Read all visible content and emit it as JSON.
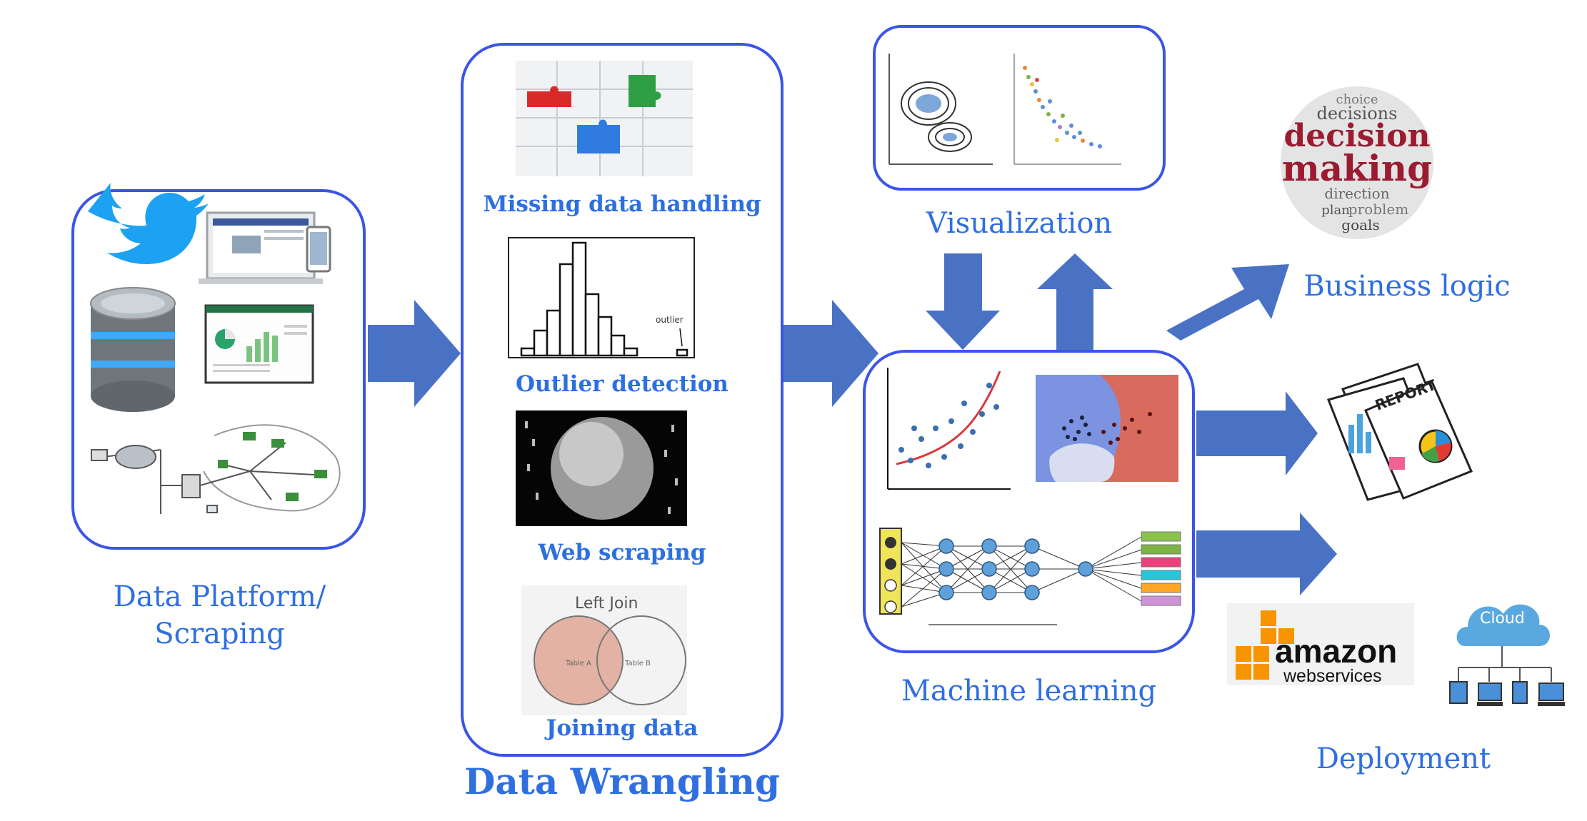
{
  "labels": {
    "platform_line1": "Data Platform/",
    "platform_line2": "Scraping",
    "wrangling": "Data Wrangling",
    "visualization": "Visualization",
    "machine_learning": "Machine learning",
    "business_logic": "Business logic",
    "deployment": "Deployment"
  },
  "wrangling_steps": {
    "missing": "Missing data handling",
    "outlier": "Outlier detection",
    "scraping": "Web scraping",
    "joining": "Joining data"
  },
  "thumbnails": {
    "outlier_tag": "outlier",
    "left_join": "Left Join",
    "table_a": "Table A",
    "table_b": "Table B",
    "decision_words": [
      "choice",
      "decisions",
      "decision",
      "making",
      "direction",
      "plan",
      "problem",
      "goals"
    ],
    "report_title": "REPORT",
    "amazon_word": "amazon",
    "amazon_sub": "webservices",
    "cloud_label": "Cloud"
  },
  "colors": {
    "accent": "#3b55e6",
    "arrow": "#4a72c4",
    "label": "#2f6fe0",
    "twitter": "#1da1f2",
    "aws_orange": "#f79400",
    "decision_red": "#9b1b30"
  },
  "icons": [
    "twitter-bird-icon",
    "database-icon",
    "laptop-icon",
    "spreadsheet-icon",
    "network-diagram-icon",
    "puzzle-icon",
    "histogram-icon",
    "binary-sphere-icon",
    "venn-diagram-icon",
    "contour-plot-icon",
    "scatter-plot-icon",
    "regression-plot-icon",
    "classifier-plot-icon",
    "neural-network-icon",
    "word-cloud-icon",
    "report-icon",
    "aws-logo-icon",
    "cloud-icon"
  ]
}
